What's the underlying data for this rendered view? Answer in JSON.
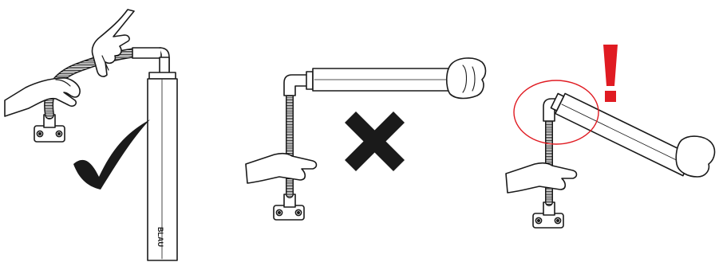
{
  "panels": [
    {
      "id": "correct",
      "verdict": "check",
      "mark_color": "#1a1a1a"
    },
    {
      "id": "wrong",
      "verdict": "cross",
      "mark_color": "#1a1a1a"
    },
    {
      "id": "warning",
      "verdict": "exclamation",
      "mark_color": "#e01b22",
      "highlight_color": "#e01b22"
    }
  ],
  "lamp_logo_text": "BLAU",
  "warning_mark": "!",
  "colors": {
    "line": "#1a1a1a",
    "accent": "#e01b22",
    "background": "#ffffff"
  }
}
